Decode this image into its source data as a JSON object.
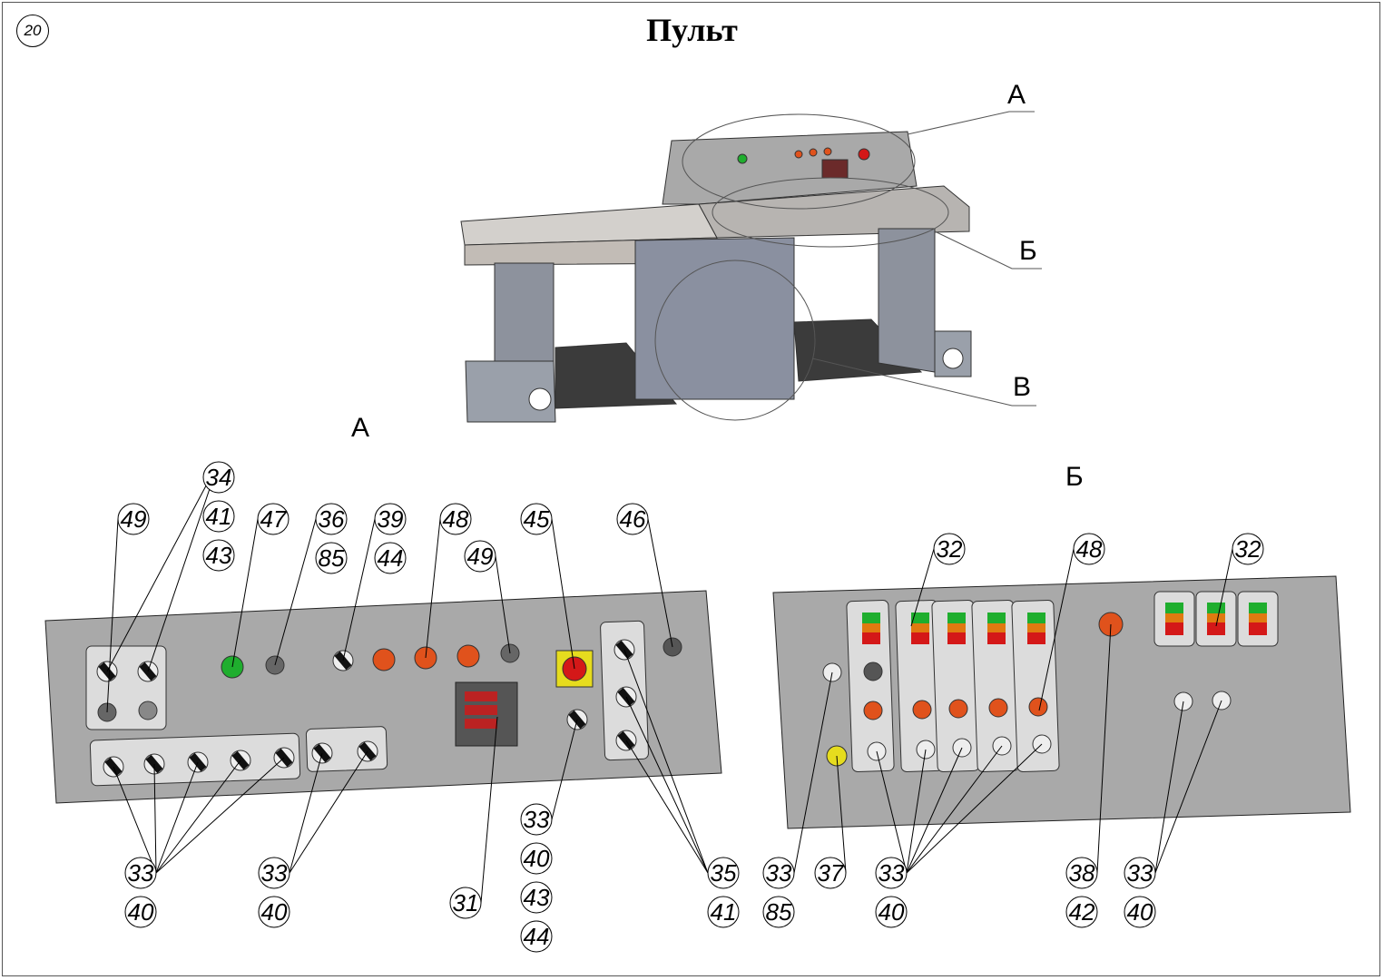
{
  "title": "Пульт",
  "sheet_number": "20",
  "view_labels": {
    "iso_a": "А",
    "iso_b": "Б",
    "iso_c": "В",
    "detail_a": "А",
    "detail_b": "Б"
  },
  "callouts": [
    [
      "34",
      "41",
      "43"
    ],
    [
      "49"
    ],
    [
      "47"
    ],
    [
      "36",
      "85"
    ],
    [
      "39",
      "44"
    ],
    [
      "48"
    ],
    [
      "45"
    ],
    [
      "49"
    ],
    [
      "46"
    ],
    [
      "33",
      "40"
    ],
    [
      "33",
      "40"
    ],
    [
      "31"
    ],
    [
      "33",
      "40",
      "43",
      "44"
    ],
    [
      "35",
      "41"
    ],
    [
      "32"
    ],
    [
      "48"
    ],
    [
      "32"
    ],
    [
      "33",
      "85"
    ],
    [
      "37"
    ],
    [
      "33",
      "40"
    ],
    [
      "38",
      "42"
    ],
    [
      "33",
      "40"
    ]
  ],
  "colors": {
    "panel": "#a9a9a9",
    "subpanel": "#dcdcdc",
    "green": "#1fae2e",
    "orange": "#e0521c",
    "red": "#d41818",
    "yellow": "#e6dc1e"
  }
}
